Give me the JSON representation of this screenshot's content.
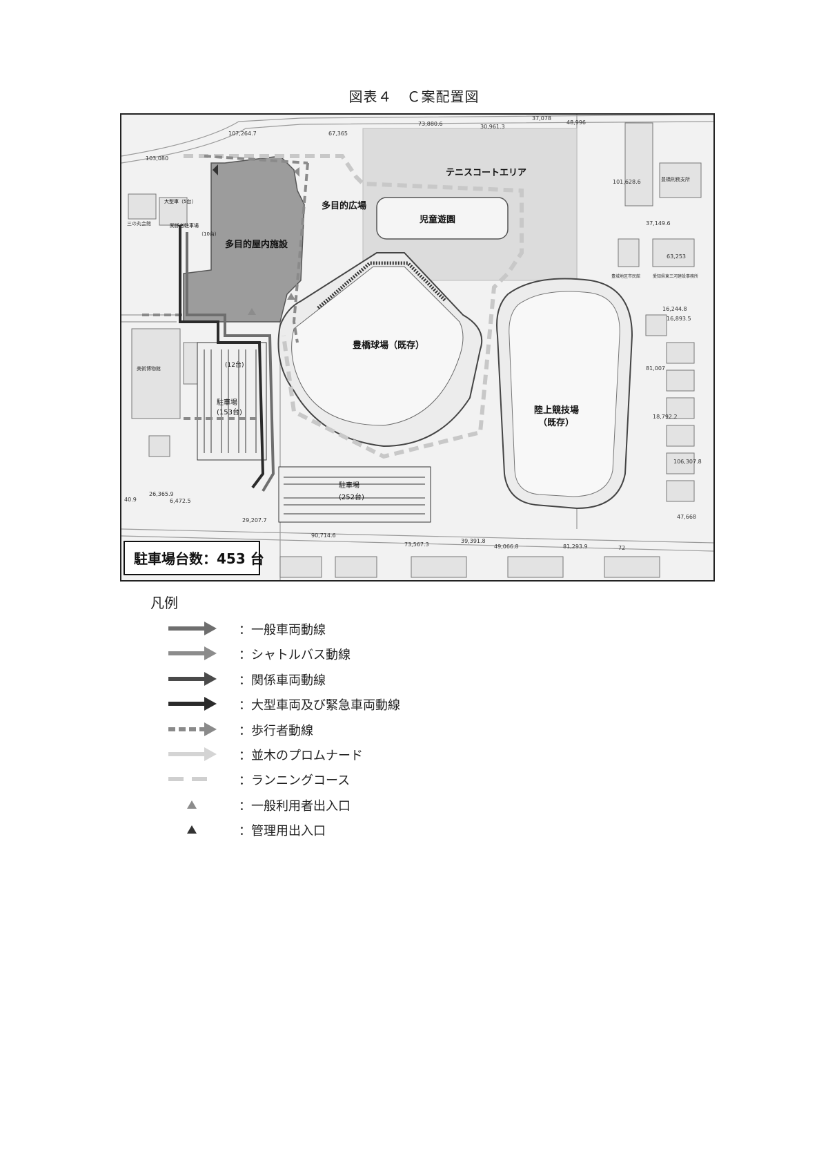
{
  "figure_title": "図表４　Ｃ案配置図",
  "map": {
    "labels": {
      "tennis": "テニスコートエリア",
      "plaza": "多目的広場",
      "playground": "児童遊園",
      "indoor": "多目的屋内施設",
      "ballpark": "豊橋球場（既存）",
      "athletics_line1": "陸上競技場",
      "athletics_line2": "（既存）",
      "parking_west": "駐車場",
      "parking_west_count": "(153台)",
      "parking_south": "駐車場",
      "parking_south_count": "(252台)",
      "large_vehicle": "大型車（5台）",
      "related_parking": "関係者駐車場",
      "related_count": "（10台）",
      "bus": "(12台)",
      "museum": "美術博物館",
      "sannomaru": "三の丸会館",
      "branch_office": "豊橋刑務支所",
      "center": "豊城地区市民館",
      "office": "愛知県東三河建設事務所"
    },
    "measures": [
      "107,264.7",
      "103,080",
      "67,365",
      "73,880.6",
      "30,961.3",
      "37,078",
      "48,996",
      "101,628.6",
      "37,149.6",
      "63,253",
      "16,244.8",
      "16,893.5",
      "81,007",
      "18,792.2",
      "106,307.8",
      "47,668",
      "40.9",
      "26,365.9",
      "6,472.5",
      "29,207.7",
      "90,714.6",
      "73,567.3",
      "39,391.8",
      "49,066.8",
      "81,293.9",
      "72"
    ],
    "parking_total": "駐車場台数：453 台"
  },
  "legend": {
    "title": "凡例",
    "items": [
      {
        "label": "：一般車両動線",
        "color": "#6e6e6e",
        "style": "arrow"
      },
      {
        "label": "：シャトルバス動線",
        "color": "#8c8c8c",
        "style": "arrow"
      },
      {
        "label": "：関係車両動線",
        "color": "#4a4a4a",
        "style": "arrow"
      },
      {
        "label": "：大型車両及び緊急車両動線",
        "color": "#2b2b2b",
        "style": "arrow"
      },
      {
        "label": "：歩行者動線",
        "color": "#8a8a8a",
        "style": "dashed-arrow"
      },
      {
        "label": "：並木のプロムナード",
        "color": "#d4d4d4",
        "style": "arrow"
      },
      {
        "label": "：ランニングコース",
        "color": "#cfcfcf",
        "style": "dashed"
      },
      {
        "label": "：一般利用者出入口",
        "color": "#8c8c8c",
        "style": "triangle"
      },
      {
        "label": "：管理用出入口",
        "color": "#333333",
        "style": "triangle"
      }
    ]
  }
}
